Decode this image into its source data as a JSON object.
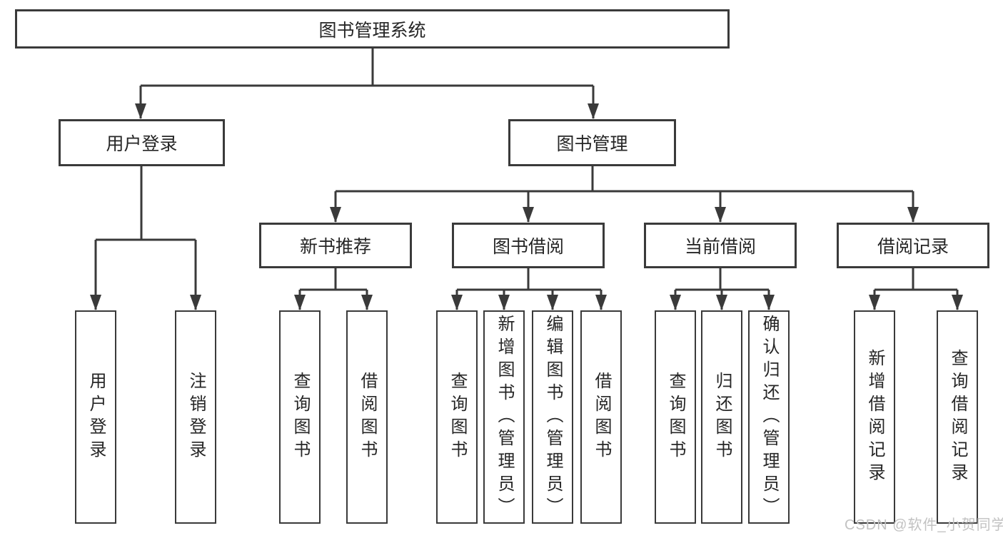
{
  "tree": {
    "root": {
      "label": "图书管理系统"
    },
    "user_login": {
      "label": "用户登录",
      "children": [
        {
          "label": "用户登录"
        },
        {
          "label": "注销登录"
        }
      ]
    },
    "book_management": {
      "label": "图书管理",
      "groups": [
        {
          "label": "新书推荐",
          "children": [
            {
              "label": "查询图书"
            },
            {
              "label": "借阅图书"
            }
          ]
        },
        {
          "label": "图书借阅",
          "children": [
            {
              "label": "查询图书"
            },
            {
              "label": "新增图书（管理员）"
            },
            {
              "label": "编辑图书（管理员）"
            },
            {
              "label": "借阅图书"
            }
          ]
        },
        {
          "label": "当前借阅",
          "children": [
            {
              "label": "查询图书"
            },
            {
              "label": "归还图书"
            },
            {
              "label": "确认归还（管理员）"
            }
          ]
        },
        {
          "label": "借阅记录",
          "children": [
            {
              "label": "新增借阅记录"
            },
            {
              "label": "查询借阅记录"
            }
          ]
        }
      ]
    }
  },
  "watermark": {
    "text": "CSDN @软件_小贺同学"
  },
  "colors": {
    "line": "#3a3a3a",
    "text": "#262626",
    "node_fill": "#ffffff",
    "watermark": "#c2c2c2",
    "background": "#ffffff"
  }
}
